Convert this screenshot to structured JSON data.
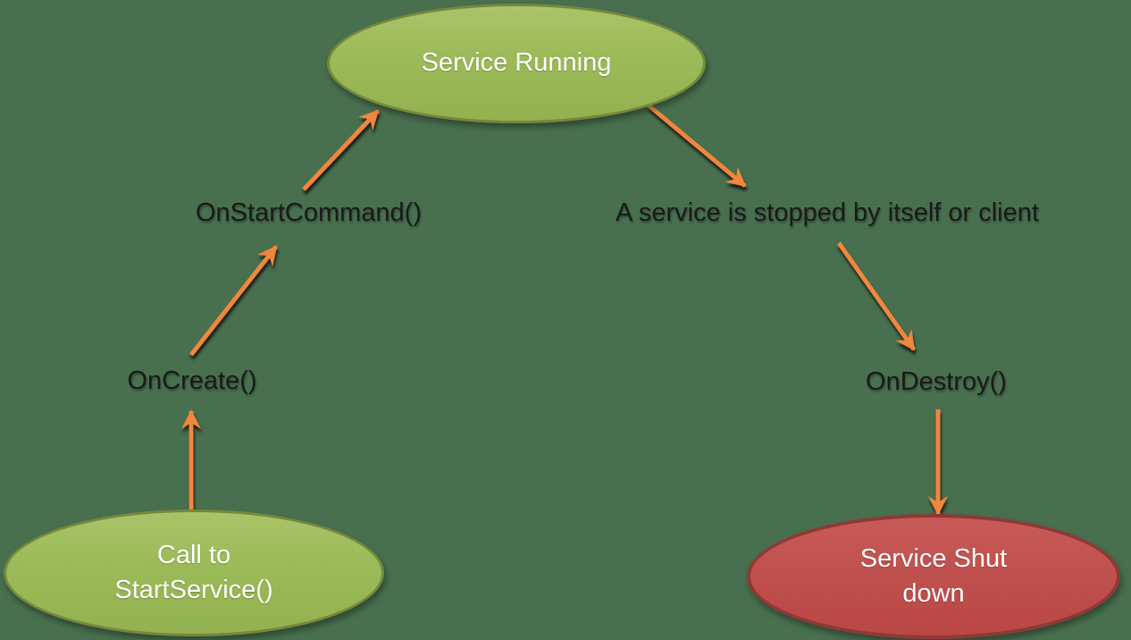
{
  "diagram": {
    "title_implied": "Service lifecycle state diagram",
    "colors": {
      "background": "#48704F",
      "arrow": "#F0873D",
      "arrow_shadow": "#141414",
      "green_node_fill": "#9DBD5C",
      "green_node_border": "#75883D",
      "red_node_fill": "#C0504D",
      "red_node_border": "#8F3937",
      "node_text": "#FFFFFF",
      "label_text": "#1A1A1A"
    },
    "nodes": {
      "service_running": {
        "label": "Service Running",
        "color": "green"
      },
      "call_to_start_service": {
        "line1": "Call to",
        "line2": "StartService()",
        "color": "green"
      },
      "service_shut_down": {
        "line1": "Service Shut",
        "line2": "down",
        "color": "red"
      }
    },
    "labels": {
      "on_start_command": "OnStartCommand()",
      "stopped_by": "A service is stopped by itself or client",
      "on_create": "OnCreate()",
      "on_destroy": "OnDestroy()"
    },
    "edges": [
      {
        "from": "call_to_start_service",
        "to": "on_create",
        "direction": "up"
      },
      {
        "from": "on_create",
        "to": "on_start_command",
        "direction": "up-right"
      },
      {
        "from": "on_start_command",
        "to": "service_running",
        "direction": "up-right"
      },
      {
        "from": "service_running",
        "to": "stopped_by",
        "direction": "down-right"
      },
      {
        "from": "stopped_by",
        "to": "on_destroy",
        "direction": "down-right"
      },
      {
        "from": "on_destroy",
        "to": "service_shut_down",
        "direction": "down"
      }
    ]
  }
}
